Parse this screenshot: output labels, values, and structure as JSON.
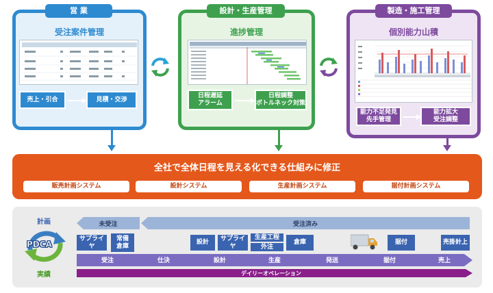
{
  "sales": {
    "tab": "営 業",
    "title": "受注案件管理",
    "flow_left": "売上・引合",
    "flow_right": "見積・交渉",
    "color": "#2e8ad0"
  },
  "design": {
    "tab": "設計・生産管理",
    "title": "進捗管理",
    "flow_left": "日程遅延\nアラーム",
    "flow_right": "日程調整\nボトルネック対策",
    "color": "#3ea04e"
  },
  "mfg": {
    "tab": "製造・施工管理",
    "title": "個別能力山積",
    "flow_left": "能力不足発見\n先手管理",
    "flow_right": "能力拡大\n受注調整",
    "color": "#7d4a9e"
  },
  "banner": {
    "title": "全社で全体日程を見える化できる仕組みに修正",
    "systems": [
      "販売計画システム",
      "設計システム",
      "生産計画システム",
      "据付計画システム"
    ],
    "color": "#e4581c"
  },
  "pdca": {
    "label_top": "計画",
    "label_center": "PDCA",
    "label_bottom": "実績",
    "unordered": "未受注",
    "ordered": "受注済み",
    "steps": {
      "supplier1": "サプライヤ",
      "stock": "常備\n倉庫",
      "design": "設計",
      "supplier2": "サプライヤ",
      "production": "生産工程",
      "outsource": "外注",
      "warehouse": "倉庫",
      "install": "据付",
      "sales_record": "売掛計上"
    },
    "stages": [
      "受注",
      "仕決",
      "設計",
      "生産",
      "発送",
      "据付",
      "売上"
    ],
    "daily": "デイリーオペレーション"
  }
}
